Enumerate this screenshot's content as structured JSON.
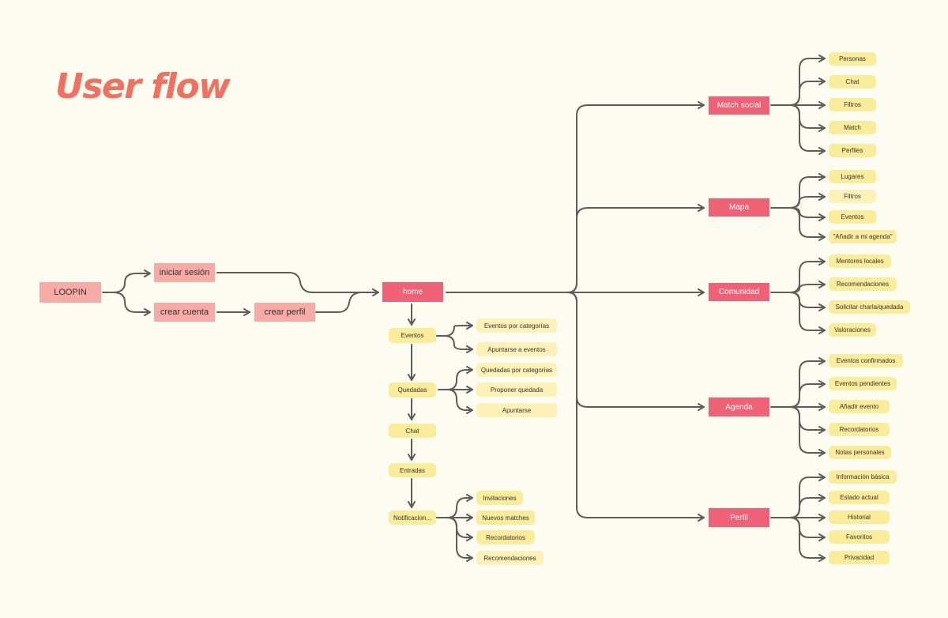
{
  "title": "User flow",
  "nodes": {
    "loopin": "LOOPIN",
    "iniciar_sesion": "iniciar sesión",
    "crear_cuenta": "crear cuenta",
    "crear_perfil": "crear perfil",
    "home": "home",
    "home_branches": {
      "eventos": {
        "label": "Eventos",
        "children": [
          "Eventos por categorías",
          "Apuntarse a eventos"
        ]
      },
      "quedadas": {
        "label": "Quedadas",
        "children": [
          "Quedadas por categorías",
          "Proponer quedada",
          "Apuntarse"
        ]
      },
      "chat": {
        "label": "Chat"
      },
      "entradas": {
        "label": "Entradas"
      },
      "notificaciones": {
        "label": "Notificacion...",
        "children": [
          "Invitaciones",
          "Nuevos matches",
          "Recordatorios",
          "Recomendaciones"
        ]
      }
    },
    "sections": [
      {
        "label": "Match social",
        "children": [
          "Personas",
          "Chat",
          "Filtros",
          "Match",
          "Perfiles"
        ]
      },
      {
        "label": "Mapa",
        "children": [
          "Lugares",
          "Filtros",
          "Eventos",
          "\"Añadir a mi agenda\""
        ]
      },
      {
        "label": "Comunidad",
        "children": [
          "Mentores locales",
          "Recomendaciones",
          "Solicitar charla/quedada",
          "Valoraciones"
        ]
      },
      {
        "label": "Agenda",
        "children": [
          "Eventos confirmados",
          "Eventos pendientes",
          "Añadir evento",
          "Recordatorios",
          "Notas personales"
        ]
      },
      {
        "label": "Perfil",
        "children": [
          "Información básica",
          "Estado actual",
          "Historial",
          "Favoritos",
          "Privacidad"
        ]
      }
    ]
  }
}
